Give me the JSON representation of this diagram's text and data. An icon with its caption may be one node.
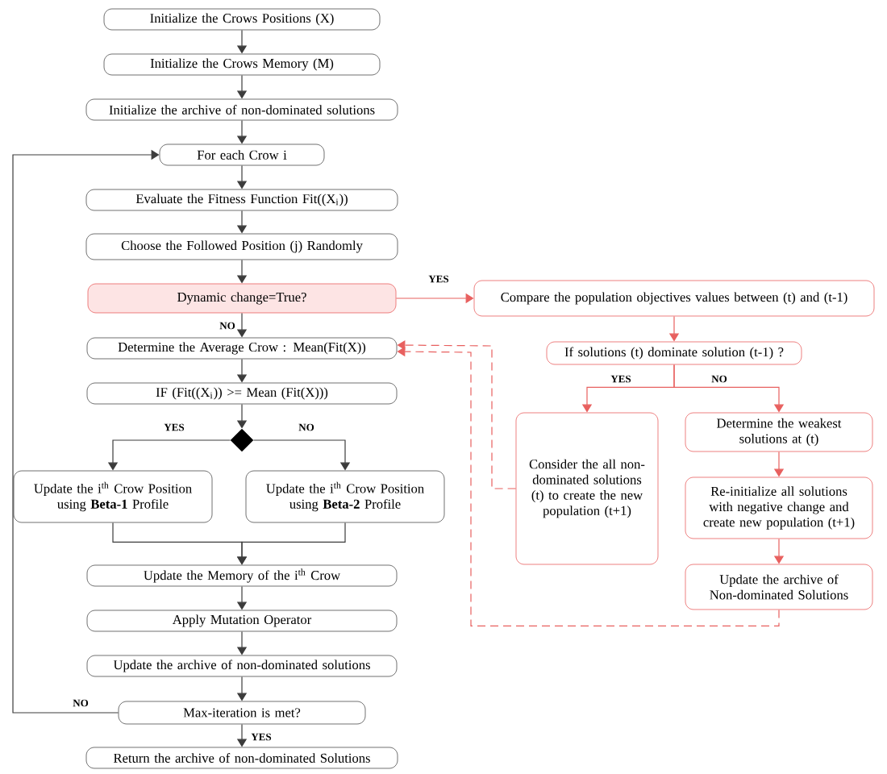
{
  "diagram": {
    "nodes": [
      {
        "text": [
          "Initialize the Crows Positions (X)"
        ]
      },
      {
        "text": [
          "Initialize the Crows Memory (M)"
        ]
      },
      {
        "text": [
          "Initialize the archive of non-dominated solutions"
        ]
      },
      {
        "text": [
          "For each Crow i"
        ]
      },
      {
        "text": [
          "Evaluate the Fitness Function Fit((X$_{i}$))"
        ]
      },
      {
        "text": [
          "Choose the Followed Position (j) Randomly"
        ]
      },
      {
        "text": [
          "Dynamic change=True?"
        ]
      },
      {
        "text": [
          "Determine the Average Crow : Mean(Fit(X))"
        ]
      },
      {
        "text": [
          "IF (Fit((X$_{i}$)) >= Mean (Fit(X)))"
        ]
      },
      {
        "text": [],
        "shape": "diamond"
      },
      {
        "text": [
          "Update the i$^{th}$ Crow Position using **Beta-1** Profile"
        ]
      },
      {
        "text": [
          "Update the i$^{th}$ Crow Position using **Beta-2** Profile"
        ]
      },
      {
        "text": [
          "Update the Memory of the i$^{th}$ Crow"
        ]
      },
      {
        "text": [
          "Apply Mutation Operator"
        ]
      },
      {
        "text": [
          "Update the archive of non-dominated solutions"
        ]
      },
      {
        "text": [
          "Max-iteration is met?"
        ]
      },
      {
        "text": [
          "Return the archive of non-dominated Solutions"
        ]
      },
      {
        "text": [
          "Compare the population objectives values between (t) and (t-1)"
        ]
      },
      {
        "text": [
          "If solutions (t) dominate solution (t-1) ?"
        ]
      },
      {
        "text": [
          "Consider the all non-dominated solutions (t) to create the new population (t+1)"
        ]
      },
      {
        "text": [
          "Determine the weakest solutions at (t)"
        ]
      },
      {
        "text": [
          "Re-initialize all solutions with negative change and create new population (t+1)"
        ]
      },
      {
        "text": [
          "Update the archive of Non-dominated Solutions"
        ]
      }
    ],
    "edges": [
      {
        "from": 0,
        "to": 1,
        "arrow": "to"
      },
      {
        "from": 1,
        "to": 2,
        "arrow": "to"
      },
      {
        "from": 2,
        "to": 3,
        "arrow": "to"
      },
      {
        "from": 3,
        "to": 4,
        "arrow": "to"
      },
      {
        "from": 4,
        "to": 5,
        "arrow": "to"
      },
      {
        "from": 5,
        "to": 6,
        "arrow": "to"
      },
      {
        "from": 6,
        "to": 7,
        "arrow": "to",
        "label": "NO"
      },
      {
        "from": 6,
        "to": 17,
        "arrow": "to",
        "label": "YES",
        "color": "#e8605f"
      },
      {
        "from": 7,
        "to": 8,
        "arrow": "to"
      },
      {
        "from": 8,
        "to": 9,
        "arrow": "to"
      },
      {
        "from": 9,
        "to": 10,
        "arrow": "to",
        "label": "YES"
      },
      {
        "from": 9,
        "to": 11,
        "arrow": "to",
        "label": "NO"
      },
      {
        "from": 10,
        "to": 12,
        "arrow": "to"
      },
      {
        "from": 11,
        "to": 12,
        "arrow": "to"
      },
      {
        "from": 12,
        "to": 13,
        "arrow": "to"
      },
      {
        "from": 13,
        "to": 14,
        "arrow": "to"
      },
      {
        "from": 14,
        "to": 15,
        "arrow": "to"
      },
      {
        "from": 15,
        "to": 16,
        "arrow": "to",
        "label": "YES"
      },
      {
        "from": 15,
        "to": 3,
        "arrow": "to",
        "label": "NO"
      },
      {
        "from": 17,
        "to": 18,
        "arrow": "to",
        "color": "#e8605f"
      },
      {
        "from": 18,
        "to": 19,
        "arrow": "to",
        "label": "YES",
        "color": "#e8605f"
      },
      {
        "from": 18,
        "to": 20,
        "arrow": "to",
        "label": "NO",
        "color": "#e8605f"
      },
      {
        "from": 20,
        "to": 21,
        "arrow": "to",
        "color": "#e8605f"
      },
      {
        "from": 21,
        "to": 22,
        "arrow": "to",
        "color": "#e8605f"
      },
      {
        "from": 19,
        "to": 7,
        "arrow": "to",
        "style": "dashed",
        "color": "#e8605f"
      },
      {
        "from": 22,
        "to": 7,
        "arrow": "to",
        "style": "dashed",
        "color": "#e8605f"
      }
    ]
  }
}
